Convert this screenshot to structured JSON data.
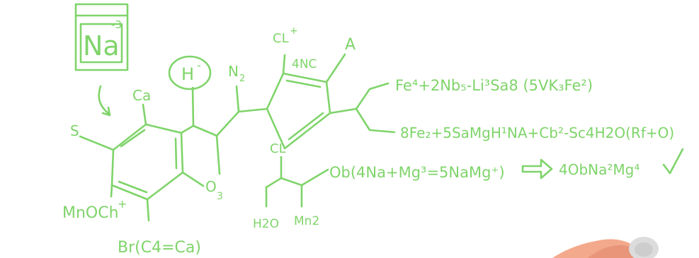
{
  "colors": {
    "ink": "#7fd46a",
    "background": "#ffffff",
    "finger": "#f3a98b",
    "pen_tip": "#d8d8d8"
  },
  "icons": [
    "checkmark-icon",
    "implies-arrow-icon",
    "curved-arrow-icon",
    "finger-icon"
  ],
  "labels": {
    "na_box_main": "Na",
    "na_box_charge": "-3",
    "h_minus_main": "H",
    "h_minus_charge": "-",
    "ca": "Ca",
    "s": "S",
    "o3_main": "O",
    "o3_sub": "3",
    "mnoch_main": "MnOCh",
    "mnoch_charge": "+",
    "br_line": "Br(C4=Ca)",
    "n2_main": "N",
    "n2_sub": "2",
    "cl_plus_main": "CL",
    "cl_plus_charge": "+",
    "four_nc": "4NC",
    "a": "A",
    "cl_lower": "CL",
    "h2o": "H2O",
    "mn2": "Mn2"
  },
  "equations": {
    "line1": "Fe⁴+2Nb₅-Li³Sa8 (5VK₃Fe²)",
    "line2": "8Fe₂+5SaMgH¹NA+Cb²-Sc4H2O(Rf+O)",
    "line3": "Ob(4Na+Mg³=5NaMg⁺)",
    "result": "4ObNa²Mg⁴"
  }
}
